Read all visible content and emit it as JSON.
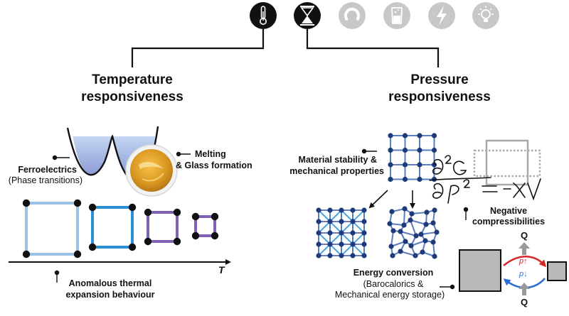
{
  "icons": [
    {
      "name": "thermometer-icon",
      "active": true
    },
    {
      "name": "pressure-icon",
      "active": true
    },
    {
      "name": "magnet-icon",
      "active": false
    },
    {
      "name": "beaker-icon",
      "active": false
    },
    {
      "name": "lightning-icon",
      "active": false
    },
    {
      "name": "lightbulb-icon",
      "active": false
    }
  ],
  "colors": {
    "active_icon_bg": "#111111",
    "inactive_icon_bg": "#c8c8c8",
    "light_blue": "#9cc3e6",
    "mid_blue": "#2b8fd6",
    "violet": "#7f62b5",
    "node": "#111111",
    "lattice_node": "#1e3a78",
    "lattice_edge": "#5a7ebf",
    "diag_edge": "#4aa8e0",
    "red_arrow": "#d62828",
    "blue_arrow": "#2b6fd6",
    "honey": "#e0a12a"
  },
  "temperature": {
    "heading_line1": "Temperature",
    "heading_line2": "responsiveness",
    "ferro_line1": "Ferroelectrics",
    "ferro_line2": "(Phase transitions)",
    "melt_line1": "Melting",
    "melt_line2": "& Glass formation",
    "axis_label": "T",
    "anom_line1": "Anomalous thermal",
    "anom_line2": "expansion behaviour"
  },
  "pressure": {
    "heading_line1": "Pressure",
    "heading_line2": "responsiveness",
    "stab_line1": "Material stability &",
    "stab_line2": "mechanical properties",
    "neg_line1": "Negative",
    "neg_line2": "compressibilities",
    "energy_line1": "Energy conversion",
    "energy_line2": "(Barocalorics &",
    "energy_line3": "Mechanical energy storage)",
    "q_top": "Q",
    "q_bottom": "Q",
    "p_up": "p↑",
    "p_down": "p↓"
  }
}
